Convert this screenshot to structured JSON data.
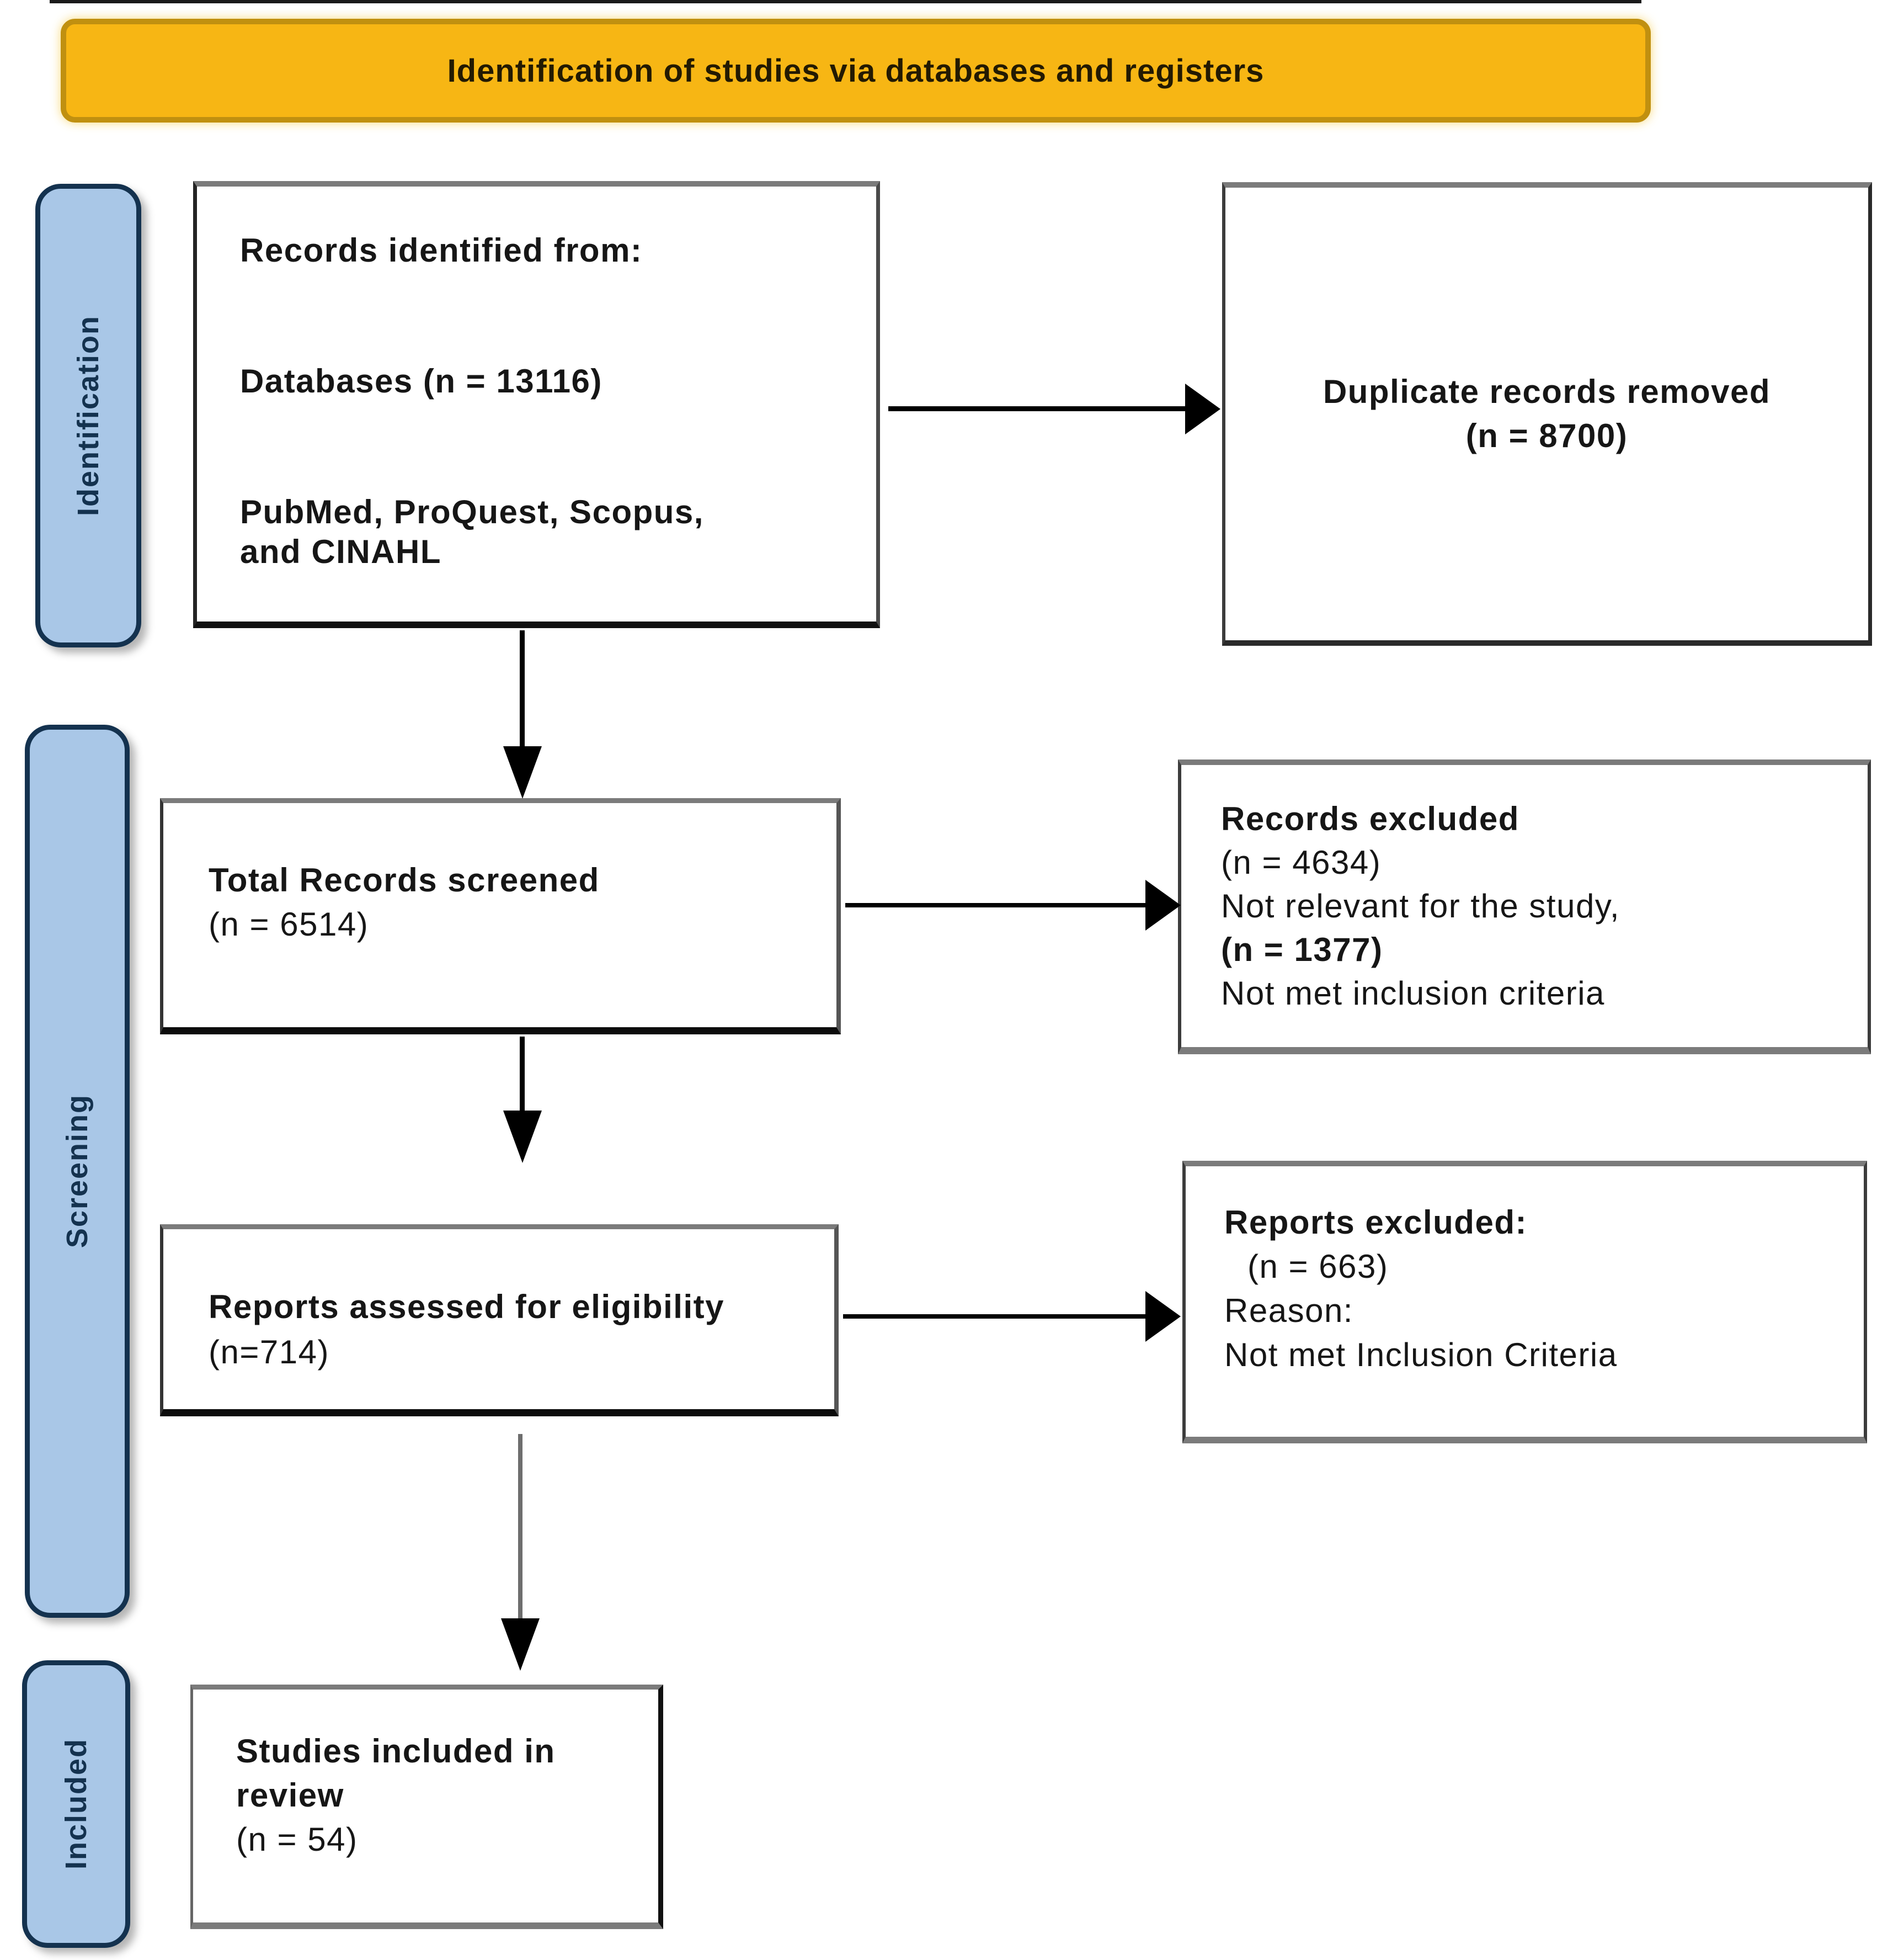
{
  "banner": {
    "label": "Identification of studies via databases and registers"
  },
  "stages": {
    "identification": "Identification",
    "screening": "Screening",
    "included": "Included"
  },
  "boxes": {
    "records_identified": {
      "line1": "Records identified from:",
      "line2": "Databases (n = 13116)",
      "line3": "PubMed, ProQuest, Scopus,",
      "line4": "and CINAHL"
    },
    "duplicates_removed": {
      "line1": "Duplicate records removed",
      "line2": "(n = 8700)"
    },
    "records_screened": {
      "line1": "Total Records screened",
      "line2": "(n = 6514)"
    },
    "records_excluded": {
      "line1": "Records excluded",
      "line2": "(n = 4634)",
      "line3": "Not relevant for the study,",
      "line4": "(n = 1377)",
      "line5": "Not met inclusion criteria"
    },
    "reports_assessed": {
      "line1": "Reports assessed for eligibility",
      "line2": "(n=714)"
    },
    "reports_excluded": {
      "line1": "Reports excluded:",
      "line2": "(n = 663)",
      "line3": "Reason:",
      "line4": "Not met Inclusion Criteria"
    },
    "studies_included": {
      "line1": "Studies included in",
      "line2": "review",
      "line3": "(n = 54)"
    }
  },
  "colors": {
    "banner_bg": "#F7B614",
    "banner_border": "#C09010",
    "banner_text": "#231A02",
    "stage_bg": "#A9C7E7",
    "stage_border": "#14324F",
    "stage_text": "#14324F",
    "arrow": "#000000"
  }
}
